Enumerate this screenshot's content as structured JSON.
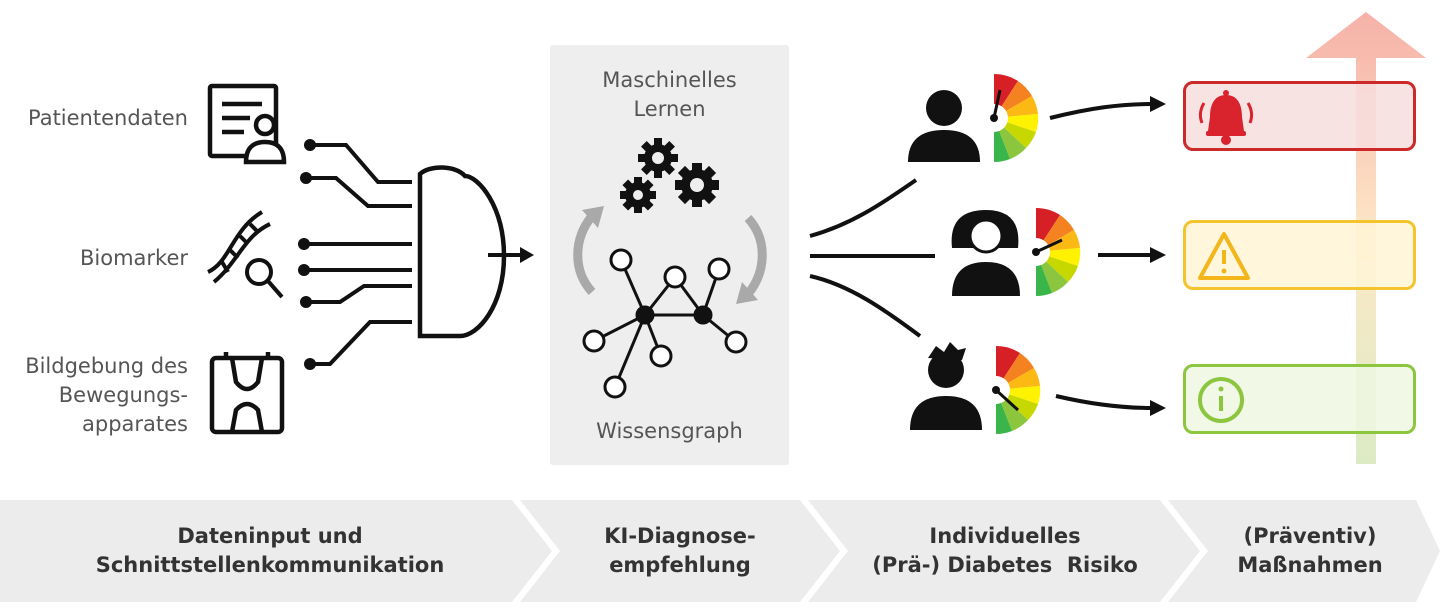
{
  "inputs": {
    "patientendaten": "Patientendaten",
    "biomarker": "Biomarker",
    "bildgebung": [
      "Bildgebung des",
      "Bewegungs-",
      "apparates"
    ]
  },
  "ml": {
    "title_line1": "Maschinelles",
    "title_line2": "Lernen",
    "graph_label": "Wissensgraph"
  },
  "steps": [
    {
      "line1": "Dateninput und",
      "line2": "Schnittstellenkommunikation"
    },
    {
      "line1": "KI-Diagnose-",
      "line2": "empfehlung"
    },
    {
      "line1": "Individuelles",
      "line2": "(Prä-) Diabetes  Risiko"
    },
    {
      "line1": "(Präventiv)",
      "line2": "Maßnahmen"
    }
  ],
  "actions": [
    {
      "level": "alarm",
      "icon": "bell-icon",
      "color": "#cc2a2a",
      "fill": "#f7dede"
    },
    {
      "level": "warning",
      "icon": "warning-icon",
      "color": "#f3c42e",
      "fill": "#fff4d6"
    },
    {
      "level": "info",
      "icon": "info-icon",
      "color": "#8cc63f",
      "fill": "#eef7e2"
    }
  ],
  "colors": {
    "chevron_bg": "#ececec",
    "panel_bg": "#eeeeee",
    "gauge": [
      "#d71f26",
      "#f58220",
      "#fdb913",
      "#fff200",
      "#c6d800",
      "#8cc63f",
      "#39b54a"
    ]
  }
}
